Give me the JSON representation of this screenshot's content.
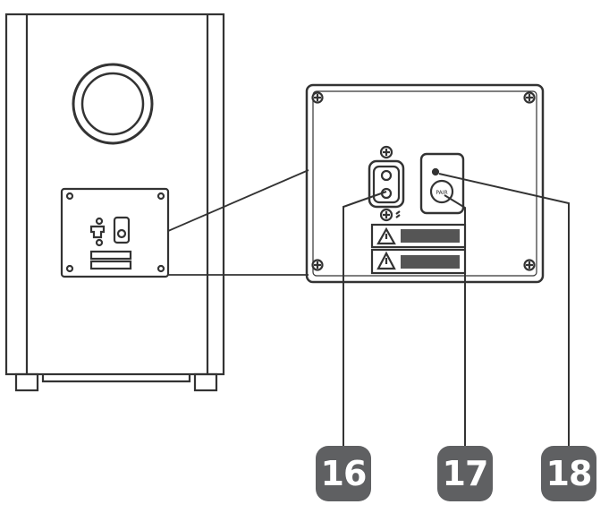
{
  "callouts": [
    {
      "number": "16",
      "target": "power-inlet"
    },
    {
      "number": "17",
      "target": "pair-button"
    },
    {
      "number": "18",
      "target": "status-led"
    }
  ],
  "panel": {
    "pair_button_label": "PAIR"
  },
  "colors": {
    "line": "#333333",
    "badge": "#5f6062",
    "badge_text": "#ffffff"
  }
}
